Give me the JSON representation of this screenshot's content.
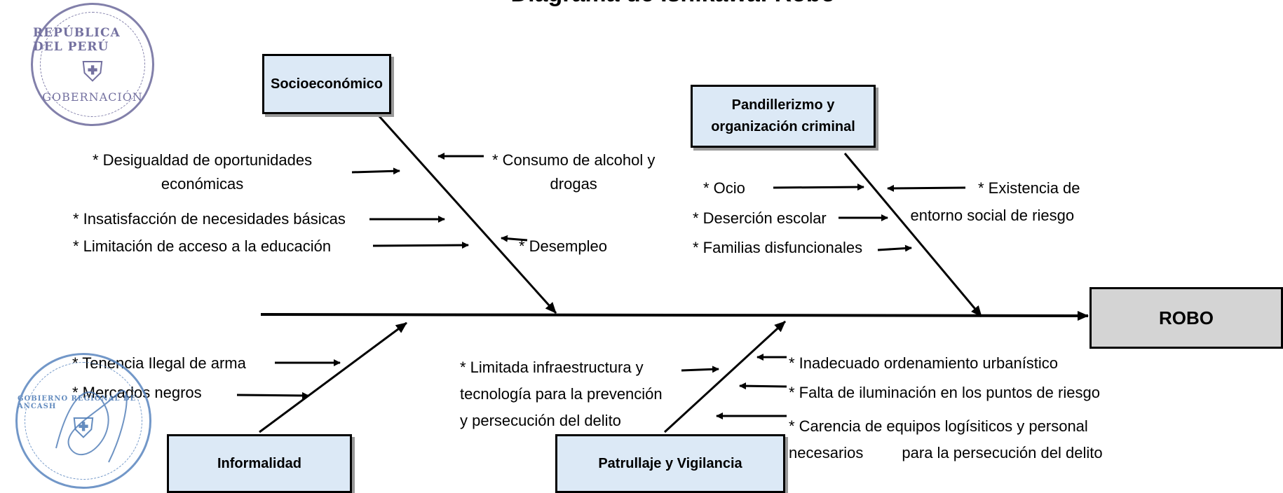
{
  "title": "Diagrama de Ishikawa: Robo",
  "effect": "ROBO",
  "categories": {
    "socioeconomico": "Socioeconómico",
    "pandillerismo": [
      "Pandillerizmo y",
      "organización criminal"
    ],
    "informalidad": "Informalidad",
    "patrullaje": "Patrullaje y Vigilancia"
  },
  "causes": {
    "socioeconomico": {
      "desigualdad": [
        "* Desigualdad de oportunidades",
        "económicas"
      ],
      "insatisfaccion": "* Insatisfacción de necesidades básicas",
      "limitacion": "* Limitación de acceso a la educación",
      "consumo": [
        "* Consumo de alcohol y",
        "drogas"
      ],
      "desempleo": "* Desempleo"
    },
    "pandillerismo": {
      "ocio": "* Ocio",
      "desercion": "* Deserción escolar",
      "familias": "* Familias disfuncionales",
      "entorno": [
        "* Existencia de",
        "entorno social de riesgo"
      ]
    },
    "informalidad": {
      "tenencia": "* Tenencia Ilegal de arma",
      "mercados": "* Mercados negros"
    },
    "patrullaje": {
      "infraestructura": [
        "* Limitada infraestructura y",
        "tecnología para la prevención",
        "y persecución del delito"
      ],
      "ordenamiento": "* Inadecuado ordenamiento urbanístico",
      "iluminacion": "* Falta de iluminación en los puntos de riesgo",
      "equipos": [
        "* Carencia de equipos logísiticos y personal",
        "necesarios         para la persecución del delito"
      ]
    }
  },
  "stamps": {
    "top": {
      "line1": "REPÚBLICA DEL PERÚ",
      "line2": "GOBERNACIÓN"
    },
    "bottom": {
      "line1": "GOBIERNO REGIONAL DE ANCASH"
    }
  },
  "colors": {
    "box_fill": "#dce9f6",
    "effect_fill": "#d4d4d4",
    "stamp_ink": "#6d6a9c"
  }
}
